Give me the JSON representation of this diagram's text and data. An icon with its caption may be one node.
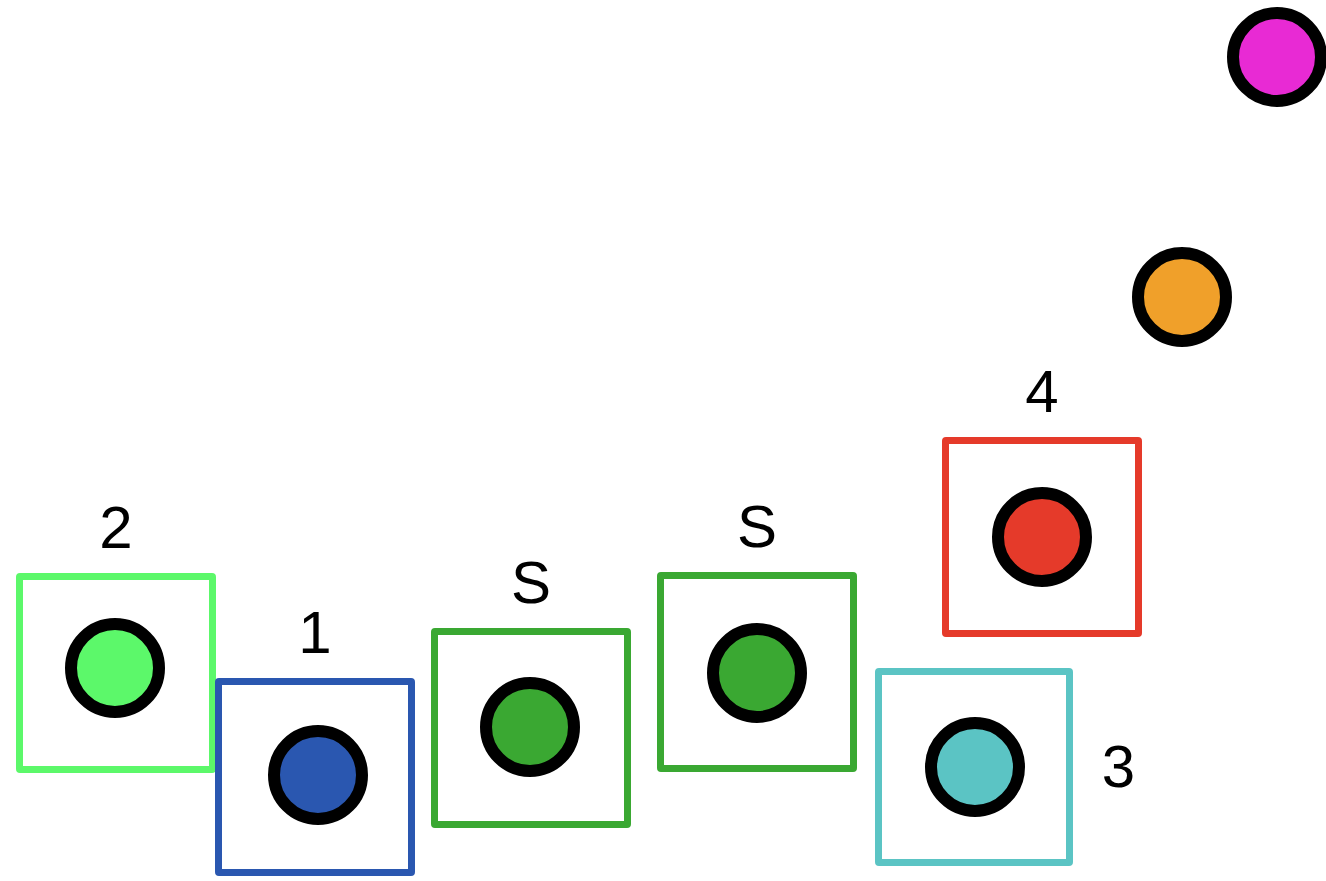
{
  "diagram": {
    "nodes": [
      {
        "text": [
          "2"
        ]
      },
      {
        "text": [],
        "shape": "circle",
        "in": 0
      },
      {
        "text": [
          "1"
        ]
      },
      {
        "text": [],
        "shape": "circle",
        "in": 2
      },
      {
        "text": [
          "S"
        ]
      },
      {
        "text": [],
        "shape": "circle",
        "in": 4
      },
      {
        "text": [
          "S"
        ]
      },
      {
        "text": [],
        "shape": "circle",
        "in": 6
      },
      {
        "text": [
          "3"
        ]
      },
      {
        "text": [],
        "shape": "circle",
        "in": 8
      },
      {
        "text": [
          "4"
        ]
      },
      {
        "text": [],
        "shape": "circle",
        "in": 10
      },
      {
        "text": [],
        "shape": "circle"
      },
      {
        "text": [],
        "shape": "circle"
      }
    ]
  }
}
